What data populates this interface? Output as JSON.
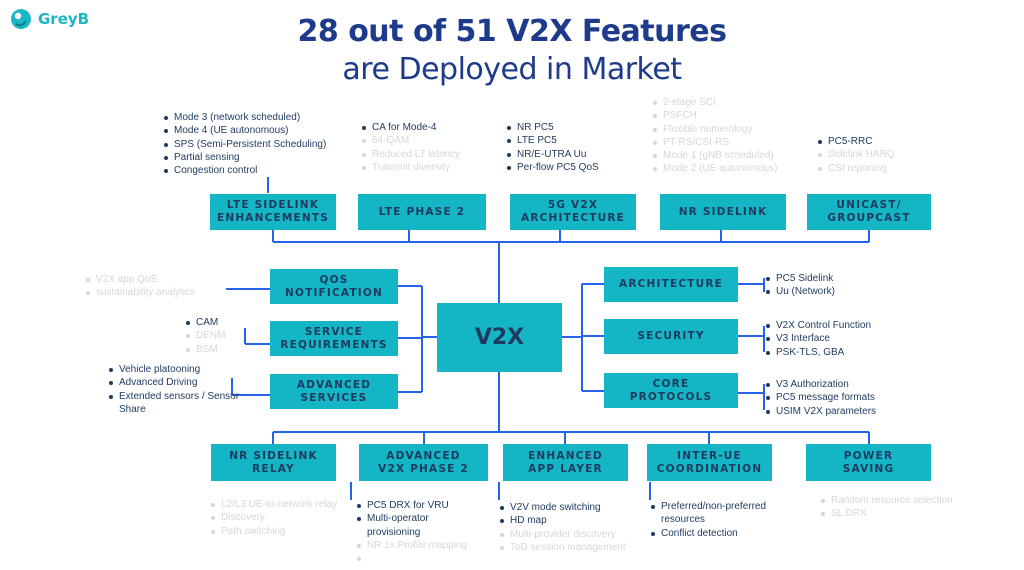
{
  "brand": {
    "name": "GreyB"
  },
  "title": {
    "line1": "28 out of 51 V2X Features",
    "line2": "are Deployed in Market"
  },
  "colors": {
    "box": "#14b5c4",
    "title": "#1e3a8a",
    "text": "#1e3a5f",
    "line": "#2563eb",
    "faded": "#d3d7dc"
  },
  "center": {
    "label": "V2X"
  },
  "top": [
    {
      "label": "LTE SIDELINK\nENHANCEMENTS",
      "items": [
        {
          "text": "Mode 3 (network scheduled)",
          "faded": false
        },
        {
          "text": "Mode 4 (UE autonomous)",
          "faded": false
        },
        {
          "text": "SPS (Semi-Persistent Scheduling)",
          "faded": false
        },
        {
          "text": "Partial sensing",
          "faded": false
        },
        {
          "text": "Congestion control",
          "faded": false
        }
      ]
    },
    {
      "label": "LTE PHASE 2",
      "items": [
        {
          "text": "CA for Mode-4",
          "faded": false
        },
        {
          "text": "64-QAM",
          "faded": true
        },
        {
          "text": "Reduced LT latency",
          "faded": true
        },
        {
          "text": "Transmit diversity",
          "faded": true
        }
      ]
    },
    {
      "label": "5G V2X\nARCHITECTURE",
      "items": [
        {
          "text": "NR PC5",
          "faded": false
        },
        {
          "text": "LTE PC5",
          "faded": false
        },
        {
          "text": "NR/E-UTRA Uu",
          "faded": false
        },
        {
          "text": "Per-flow PC5 QoS",
          "faded": false
        }
      ]
    },
    {
      "label": "NR SIDELINK",
      "items": [
        {
          "text": "2-stage SCI",
          "faded": true
        },
        {
          "text": "PSFCH",
          "faded": true
        },
        {
          "text": "Flexible numerology",
          "faded": true
        },
        {
          "text": "PT-RS/CSI-RS",
          "faded": true
        },
        {
          "text": "Mode 1 (gNB scheduled)",
          "faded": true
        },
        {
          "text": "Mode 2 (UE autonomous)",
          "faded": true
        }
      ]
    },
    {
      "label": "UNICAST/\nGROUPCAST",
      "items": [
        {
          "text": "PC5-RRC",
          "faded": false
        },
        {
          "text": "Sidelink HARQ",
          "faded": true
        },
        {
          "text": "CSI reporting",
          "faded": true
        }
      ]
    }
  ],
  "left": [
    {
      "label": "QOS\nNOTIFICATION",
      "items": [
        {
          "text": "V2X app QoS",
          "faded": true
        },
        {
          "text": "sustainability analytics",
          "faded": true
        }
      ]
    },
    {
      "label": "SERVICE\nREQUIREMENTS",
      "items": [
        {
          "text": "CAM",
          "faded": false
        },
        {
          "text": "DENM",
          "faded": true
        },
        {
          "text": "BSM",
          "faded": true
        }
      ]
    },
    {
      "label": "ADVANCED\nSERVICES",
      "items": [
        {
          "text": "Vehicle platooning",
          "faded": false
        },
        {
          "text": "Advanced Driving",
          "faded": false
        },
        {
          "text": "Extended sensors / Sensor Share",
          "faded": false
        }
      ]
    }
  ],
  "right": [
    {
      "label": "ARCHITECTURE",
      "items": [
        {
          "text": "PC5 Sidelink",
          "faded": false
        },
        {
          "text": "Uu (Network)",
          "faded": false
        }
      ]
    },
    {
      "label": "SECURITY",
      "items": [
        {
          "text": "V2X Control Function",
          "faded": false
        },
        {
          "text": "V3 Interface",
          "faded": false
        },
        {
          "text": "PSK-TLS, GBA",
          "faded": false
        }
      ]
    },
    {
      "label": "CORE\nPROTOCOLS",
      "items": [
        {
          "text": "V3 Authorization",
          "faded": false
        },
        {
          "text": "PC5 message formats",
          "faded": false
        },
        {
          "text": "USIM V2X parameters",
          "faded": false
        }
      ]
    }
  ],
  "bottom": [
    {
      "label": "NR SIDELINK RELAY",
      "items": [
        {
          "text": "L2/L3 UE-to-network relay",
          "faded": true
        },
        {
          "text": "Discovery",
          "faded": true
        },
        {
          "text": "Path switching",
          "faded": true
        }
      ]
    },
    {
      "label": "ADVANCED\nV2X PHASE 2",
      "items": [
        {
          "text": "PC5 DRX for VRU",
          "faded": false
        },
        {
          "text": "Multi-operator provisioning",
          "faded": false
        },
        {
          "text": "NR 1x Profile mapping",
          "faded": true
        },
        {
          "text": "",
          "faded": true
        }
      ]
    },
    {
      "label": "ENHANCED\nAPP LAYER",
      "items": [
        {
          "text": "V2V mode switching",
          "faded": false
        },
        {
          "text": "HD map",
          "faded": false
        },
        {
          "text": "Multi-provider discovery",
          "faded": true
        },
        {
          "text": "ToD session management",
          "faded": true
        }
      ]
    },
    {
      "label": "INTER-UE\nCOORDINATION",
      "items": [
        {
          "text": "Preferred/non-preferred resources",
          "faded": false
        },
        {
          "text": "Conflict detection",
          "faded": false
        }
      ]
    },
    {
      "label": "POWER\nSAVING",
      "items": [
        {
          "text": "Random resource selection",
          "faded": true
        },
        {
          "text": "SL DRX",
          "faded": true
        }
      ]
    }
  ]
}
